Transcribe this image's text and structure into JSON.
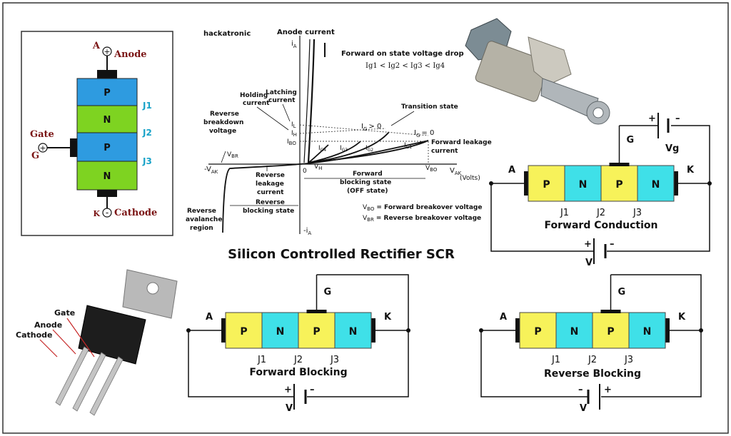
{
  "title": "Silicon Controlled Rectifier SCR",
  "structure": {
    "anode_letter": "A",
    "anode_label": "Anode",
    "cathode_letter": "K",
    "cathode_label": "Cathode",
    "gate_label": "Gate",
    "gate_letter": "G",
    "layers": [
      "P",
      "N",
      "P",
      "N"
    ],
    "junctions": [
      "J1",
      "J2",
      "J3"
    ],
    "colors": {
      "p": "#2e9be0",
      "n": "#7ed321"
    }
  },
  "graph": {
    "watermark": "hackatronic",
    "anode_current": "Anode current",
    "y_pos_label": "i",
    "y_pos_sub": "A",
    "y_neg_label": "-i",
    "y_neg_sub": "A",
    "x_pos_label": "V",
    "x_pos_sub": "AK",
    "x_units": "(Volts)",
    "x_neg_label": "-V",
    "x_neg_sub": "AK",
    "origin": "0",
    "forward_on_state": "Forward on state voltage drop",
    "gate_order": "Ig1 < Ig2 < Ig3 < Ig4",
    "holding_current": [
      "Holding",
      "current"
    ],
    "latching_current": [
      "Latching",
      "current"
    ],
    "reverse_breakdown": [
      "Reverse",
      "breakdown",
      "voltage"
    ],
    "transition_state": "Transition state",
    "ig_gt0": "> 0",
    "ig_eq0": "= 0",
    "forward_leakage": [
      "Forward leakage",
      "current"
    ],
    "il": "I",
    "il_sub": "L",
    "ih": "I",
    "ih_sub": "H",
    "ibo": "I",
    "ibo_sub": "BO",
    "ig4": "I",
    "ig4_sub": "G4",
    "ig3": "I",
    "ig3_sub": "G3",
    "ig2": "I",
    "ig2_sub": "G2",
    "ig1": "I",
    "ig1_sub": "G1",
    "ig_label": "I",
    "ig_sub": "G",
    "vbr": "V",
    "vbr_sub": "BR",
    "vh": "V",
    "vh_sub": "H",
    "vbo": "V",
    "vbo_sub": "BO",
    "reverse_leakage": [
      "Reverse",
      "leakage",
      "current"
    ],
    "reverse_blocking": [
      "Reverse",
      "blocking state"
    ],
    "forward_blocking": [
      "Forward",
      "blocking state",
      "(OFF state)"
    ],
    "reverse_avalanche": [
      "Reverse",
      "avalanche",
      "region"
    ],
    "vbo_def": "= Forward breakover voltage",
    "vbr_def": "= Reverse breakover voltage"
  },
  "package_labels": {
    "gate": "Gate",
    "anode": "Anode",
    "cathode": "Cathode"
  },
  "circuits": [
    {
      "caption": "Forward Conduction",
      "a": "A",
      "k": "K",
      "g": "G",
      "layers": [
        "P",
        "N",
        "P",
        "N"
      ],
      "junctions": [
        "J1",
        "J2",
        "J3"
      ],
      "supply_plus": "+",
      "supply_minus": "–",
      "supply_label": "V",
      "gate_plus": "+",
      "gate_minus": "–",
      "gate_label": "Vg"
    },
    {
      "caption": "Forward Blocking",
      "a": "A",
      "k": "K",
      "g": "G",
      "layers": [
        "P",
        "N",
        "P",
        "N"
      ],
      "junctions": [
        "J1",
        "J2",
        "J3"
      ],
      "supply_plus": "+",
      "supply_minus": "–",
      "supply_label": "V"
    },
    {
      "caption": "Reverse Blocking",
      "a": "A",
      "k": "K",
      "g": "G",
      "layers": [
        "P",
        "N",
        "P",
        "N"
      ],
      "junctions": [
        "J1",
        "J2",
        "J3"
      ],
      "supply_plus": "+",
      "supply_minus": "–",
      "supply_label": "V"
    }
  ],
  "colors": {
    "p_yellow": "#f7f25a",
    "n_cyan": "#3fe0e8",
    "border": "#333333"
  }
}
